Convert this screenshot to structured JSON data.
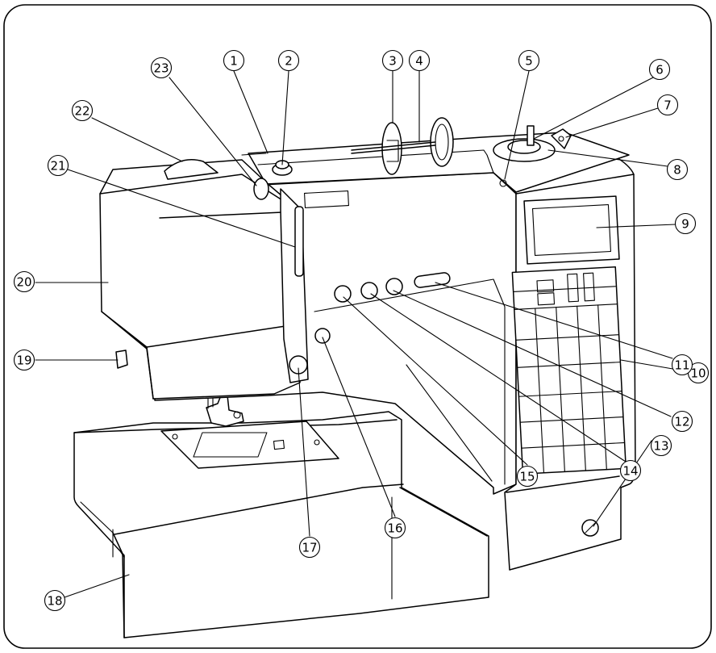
{
  "diagram": {
    "callouts": [
      {
        "id": "c1",
        "label": "1"
      },
      {
        "id": "c2",
        "label": "2"
      },
      {
        "id": "c3",
        "label": "3"
      },
      {
        "id": "c4",
        "label": "4"
      },
      {
        "id": "c5",
        "label": "5"
      },
      {
        "id": "c6",
        "label": "6"
      },
      {
        "id": "c7",
        "label": "7"
      },
      {
        "id": "c8",
        "label": "8"
      },
      {
        "id": "c9",
        "label": "9"
      },
      {
        "id": "c10",
        "label": "10"
      },
      {
        "id": "c11",
        "label": "11"
      },
      {
        "id": "c12",
        "label": "12"
      },
      {
        "id": "c13",
        "label": "13"
      },
      {
        "id": "c14",
        "label": "14"
      },
      {
        "id": "c15",
        "label": "15"
      },
      {
        "id": "c16",
        "label": "16"
      },
      {
        "id": "c17",
        "label": "17"
      },
      {
        "id": "c18",
        "label": "18"
      },
      {
        "id": "c19",
        "label": "19"
      },
      {
        "id": "c20",
        "label": "20"
      },
      {
        "id": "c21",
        "label": "21"
      },
      {
        "id": "c22",
        "label": "22"
      },
      {
        "id": "c23",
        "label": "23"
      }
    ]
  }
}
